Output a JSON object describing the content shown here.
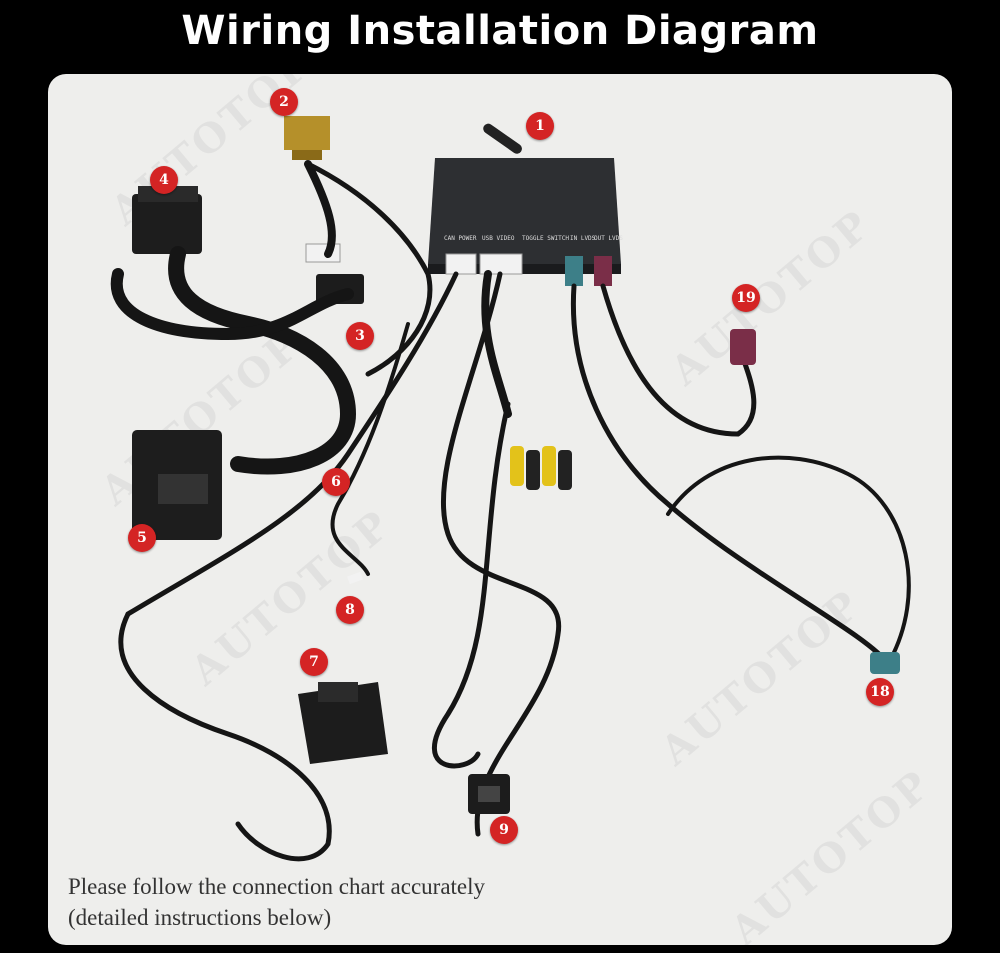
{
  "title": "Wiring Installation Diagram",
  "watermark": "AUTOTOP",
  "note": {
    "line1": "Please follow the connection chart accurately",
    "line2": "(detailed instructions below)"
  },
  "box_ports": [
    "CAN POWER",
    "USB VIDEO",
    "TOGGLE SWITCH",
    "IN LVDS",
    "OUT LVDS"
  ],
  "callouts": [
    "1",
    "2",
    "3",
    "4",
    "5",
    "6",
    "7",
    "8",
    "9",
    "18",
    "19"
  ],
  "colors": {
    "badge": "#d42424",
    "background": "#eeeeec",
    "lvds_in": "#3d7f88",
    "lvds_out": "#7a2e48"
  }
}
